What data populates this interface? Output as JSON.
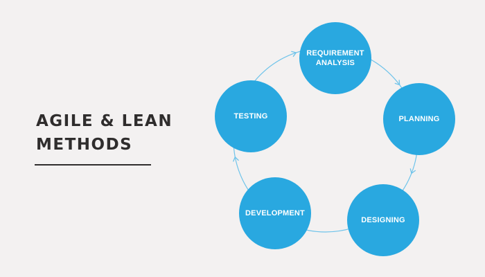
{
  "colors": {
    "background": "#f3f1f1",
    "node_fill": "#29a8e0",
    "cycle_line": "#6ec3ea",
    "title_text": "#2f2d2d",
    "title_rule": "#2f2d2d"
  },
  "title": {
    "line1": "AGILE & LEAN",
    "line2": "METHODS"
  },
  "nodes": [
    {
      "id": "requirement-analysis",
      "lines": [
        "REQUIREMENT",
        "ANALYSIS"
      ]
    },
    {
      "id": "planning",
      "lines": [
        "PLANNING"
      ]
    },
    {
      "id": "designing",
      "lines": [
        "DESIGNING"
      ]
    },
    {
      "id": "development",
      "lines": [
        "DEVELOPMENT"
      ]
    },
    {
      "id": "testing",
      "lines": [
        "TESTING"
      ]
    }
  ]
}
